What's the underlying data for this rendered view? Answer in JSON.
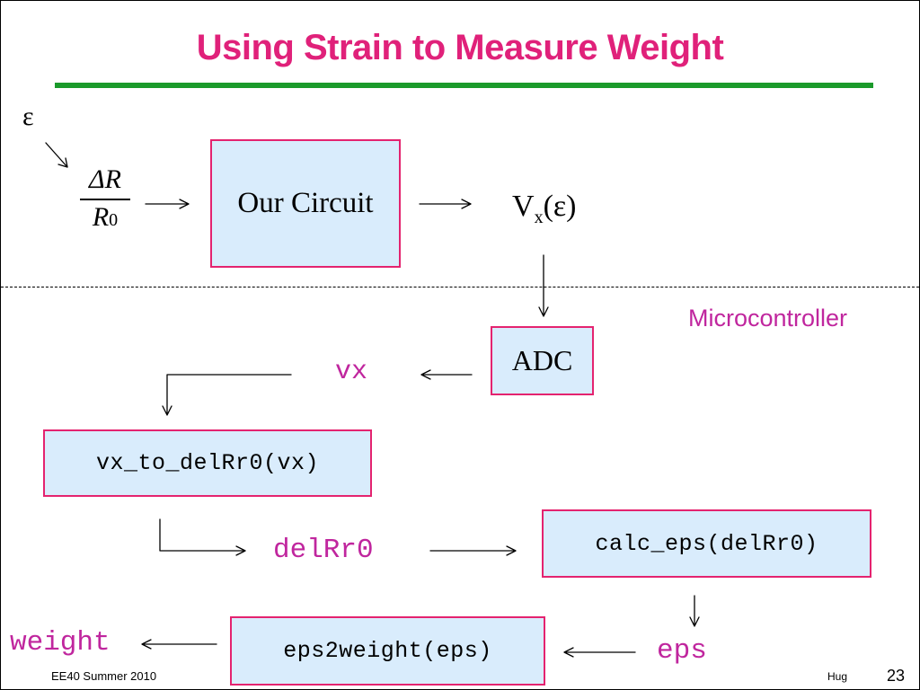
{
  "slide": {
    "title": "Using Strain to Measure Weight",
    "epsilon_symbol": "ε",
    "fraction": {
      "numerator": "ΔR",
      "denominator_base": "R",
      "denominator_sub": "0"
    },
    "circuit_label": "Our Circuit",
    "output_voltage": {
      "base": "V",
      "sub": "x",
      "arg": "(ε)"
    },
    "region_label": "Microcontroller",
    "adc_label": "ADC",
    "var_vx": "vx",
    "func_vx_to_delRr0": "vx_to_delRr0(vx)",
    "var_delRr0": "delRr0",
    "func_calc_eps": "calc_eps(delRr0)",
    "var_eps": "eps",
    "func_eps2weight": "eps2weight(eps)",
    "var_weight": "weight",
    "footer": {
      "course": "EE40 Summer 2010",
      "author": "Hug",
      "page_number": "23"
    },
    "colors": {
      "title": "#e0217a",
      "title_rule": "#1b9a2b",
      "box_fill": "#d9ecfc",
      "box_border": "#e4236f",
      "variable_text": "#c0269e"
    }
  }
}
